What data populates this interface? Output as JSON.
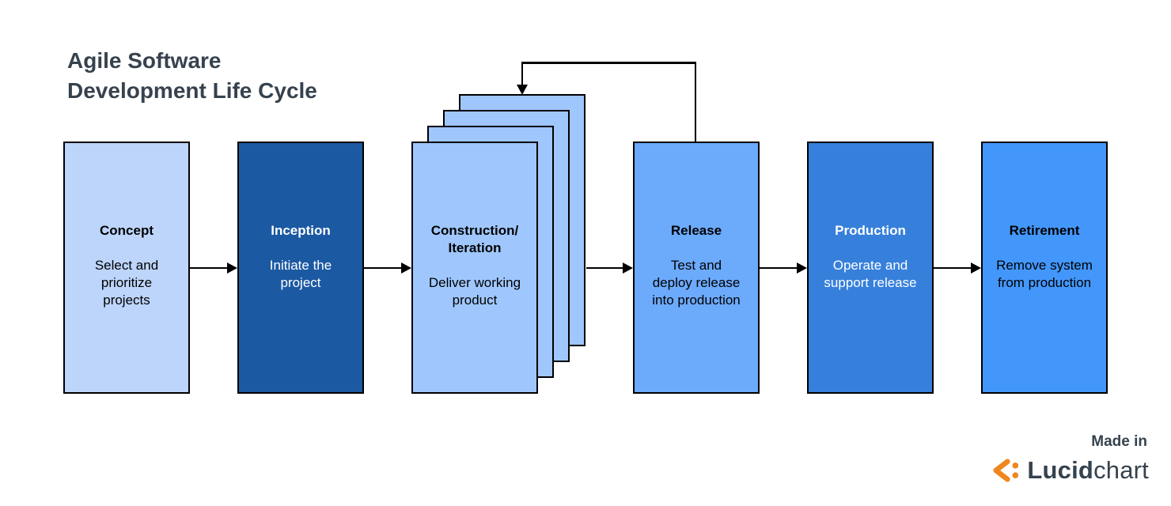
{
  "title": "Agile Software\nDevelopment Life Cycle",
  "stages": [
    {
      "label": "Concept",
      "description": "Select and\nprioritize\nprojects"
    },
    {
      "label": "Inception",
      "description": "Initiate the\nproject"
    },
    {
      "label": "Construction/\nIteration",
      "description": "Deliver working\nproduct"
    },
    {
      "label": "Release",
      "description": "Test and\ndeploy release\ninto production"
    },
    {
      "label": "Production",
      "description": "Operate and\nsupport release"
    },
    {
      "label": "Retirement",
      "description": "Remove system\nfrom production"
    }
  ],
  "colors": {
    "heading_text": "#36424E",
    "concept_fill": "#BDD5FB",
    "inception_fill": "#1C59A3",
    "construction_fill": "#9FC7FD",
    "release_fill": "#6CAAFC",
    "production_fill": "#3680DC",
    "retirement_fill": "#4397FB",
    "shape_border": "#000000",
    "arrow": "#000000",
    "lucid_orange": "#F0861E"
  },
  "watermark": {
    "made_in": "Made in",
    "brand_bold": "Lucid",
    "brand_light": "chart"
  }
}
